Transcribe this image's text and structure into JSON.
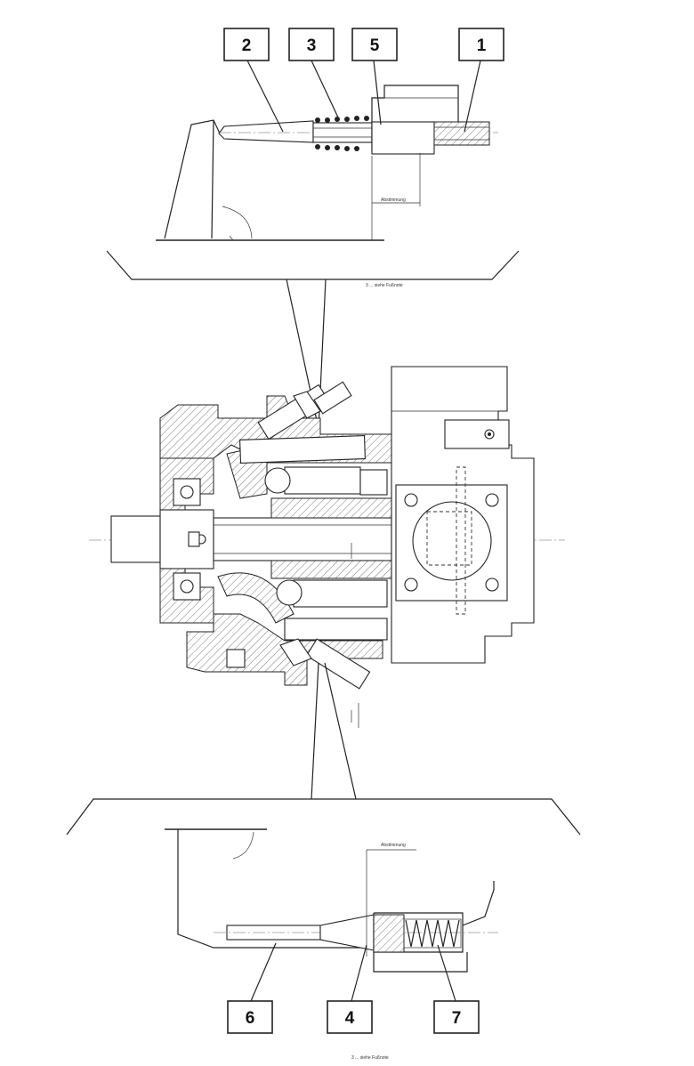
{
  "callouts": {
    "c1": "1",
    "c2": "2",
    "c3": "3",
    "c4": "4",
    "c5": "5",
    "c6": "6",
    "c7": "7"
  },
  "annotations": {
    "top_dim": "Abstimmung",
    "top_note": "3 ... siehe Fußnote",
    "bottom_dim": "Abstimmung",
    "bottom_note": "3 ... siehe Fußnote"
  }
}
